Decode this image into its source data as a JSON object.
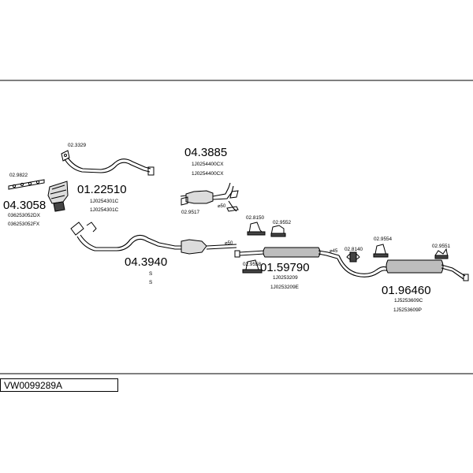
{
  "diagram_code": "VW0099289A",
  "groups": [
    {
      "part_no": "02.9822"
    },
    {
      "part_no": "04.3058",
      "refs": [
        "036253052DX",
        "036253052FX"
      ]
    },
    {
      "part_no": "02.3329"
    },
    {
      "part_no": "01.22510",
      "refs": [
        "1J0254301C",
        "1J0254301C"
      ]
    },
    {
      "part_no": "04.3885",
      "refs": [
        "1J0254400CX",
        "1J0254400CX"
      ]
    },
    {
      "part_no": "02.9517"
    },
    {
      "part_no": "04.3940",
      "refs": [
        "S",
        "S"
      ]
    },
    {
      "part_no": "02.8150"
    },
    {
      "part_no": "02.9552"
    },
    {
      "part_no": "02.9558"
    },
    {
      "part_no": "01.59790",
      "refs": [
        "1J0253209",
        "1J0253209E"
      ]
    },
    {
      "part_no": "02.8140"
    },
    {
      "part_no": "02.9554"
    },
    {
      "part_no": "02.9551"
    },
    {
      "part_no": "01.96460",
      "refs": [
        "1J5253609C",
        "1J5253609P"
      ]
    }
  ],
  "diameters": [
    "⌀50",
    "⌀50",
    "⌀45"
  ]
}
